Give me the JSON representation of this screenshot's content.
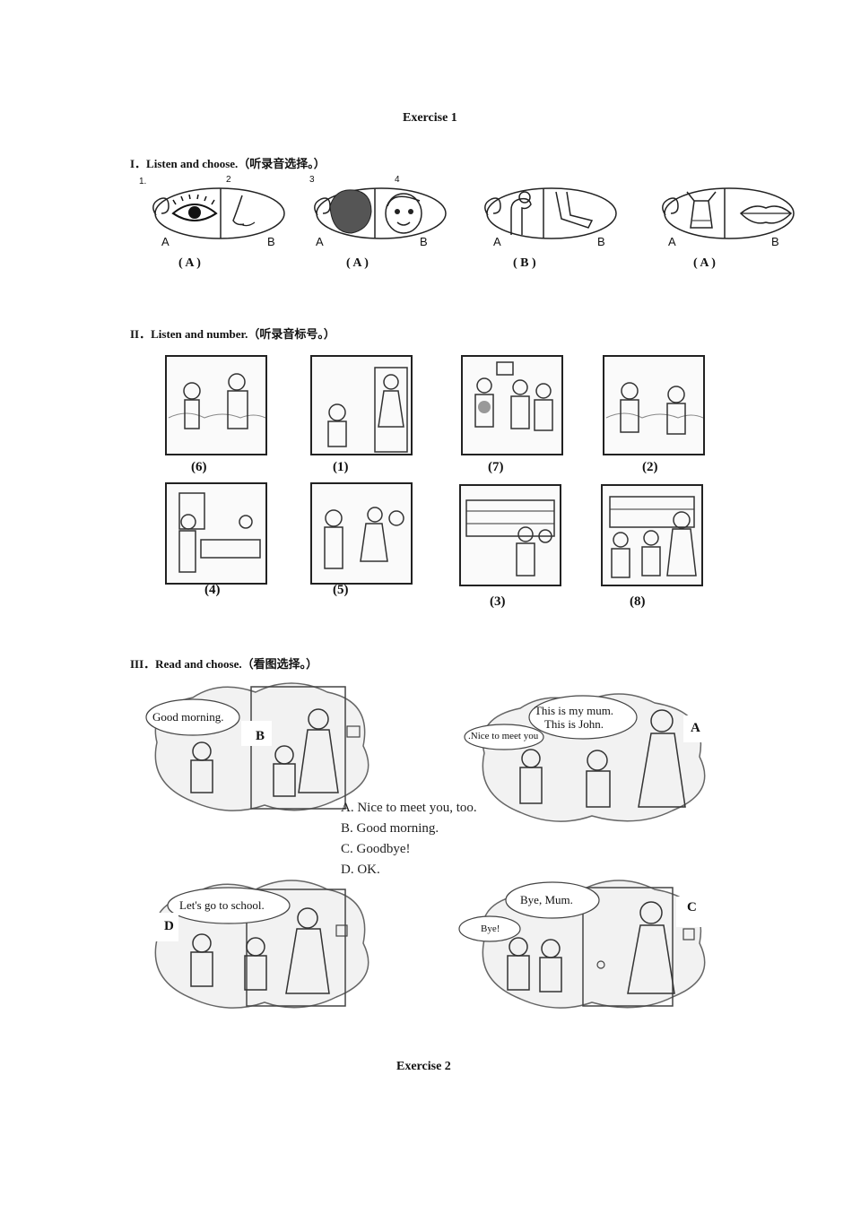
{
  "exercise1_title": "Exercise  1",
  "exercise2_title": "Exercise  2",
  "section1": {
    "heading": "I．Listen and choose.（听录音选择。）",
    "number_marks": [
      "1.",
      "2",
      "3",
      "4"
    ],
    "items": [
      {
        "answer": "( A )",
        "left_label": "A",
        "right_label": "B"
      },
      {
        "answer": "( A )",
        "left_label": "A",
        "right_label": "B"
      },
      {
        "answer": "( B )",
        "left_label": "A",
        "right_label": "B"
      },
      {
        "answer": "( A )",
        "left_label": "A",
        "right_label": "B"
      }
    ]
  },
  "section2": {
    "heading": "II．Listen and number.（听录音标号。）",
    "row1": [
      "(6)",
      "(1)",
      "(7)",
      "(2)"
    ],
    "row2": [
      "(4)",
      "(5)",
      "(3)",
      "(8)"
    ]
  },
  "section3": {
    "heading": "III．Read and choose.（看图选择。）",
    "pictures": [
      {
        "bubble": "Good morning.",
        "answer": "B"
      },
      {
        "bubble_line1": "This is my mum.",
        "bubble_line2": "This is John.",
        "side_bubble": "Nice to meet you.",
        "answer": "A"
      },
      {
        "bubble": "Let's go to school.",
        "answer": "D"
      },
      {
        "bubble": "Bye, Mum.",
        "side_bubble": "Bye!",
        "answer": "C"
      }
    ],
    "options": [
      "A. Nice to meet you, too.",
      "B. Good morning.",
      "C. Goodbye!",
      "D. OK."
    ]
  }
}
